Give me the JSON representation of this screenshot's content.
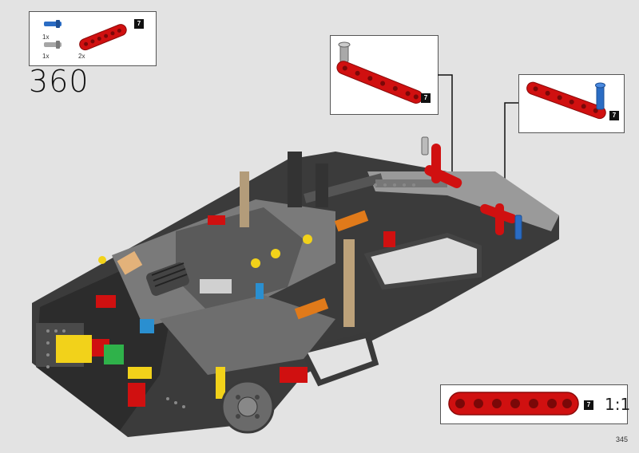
{
  "step": {
    "number": "360"
  },
  "parts_callout": {
    "parts": [
      {
        "name": "blue-axle-pin",
        "qty": "1x",
        "color": "#2a6cc4"
      },
      {
        "name": "gray-axle-pin",
        "qty": "1x",
        "color": "#9c9c9c"
      },
      {
        "name": "red-beam-7",
        "qty": "2x",
        "color": "#d01010",
        "length": "7"
      }
    ]
  },
  "subassembly_1": {
    "length_badge": "7"
  },
  "subassembly_2": {
    "length_badge": "7"
  },
  "scale_callout": {
    "length_badge": "7",
    "scale": "1:1"
  },
  "page": {
    "number": "345"
  },
  "colors": {
    "background": "#e3e3e3",
    "beam_red": "#d01010",
    "frame_dark": "#3a3a3a",
    "frame_light": "#8a8a8a",
    "accent_yellow": "#f2d21a",
    "accent_orange": "#e07a1a",
    "accent_blue": "#2a6cc4"
  }
}
